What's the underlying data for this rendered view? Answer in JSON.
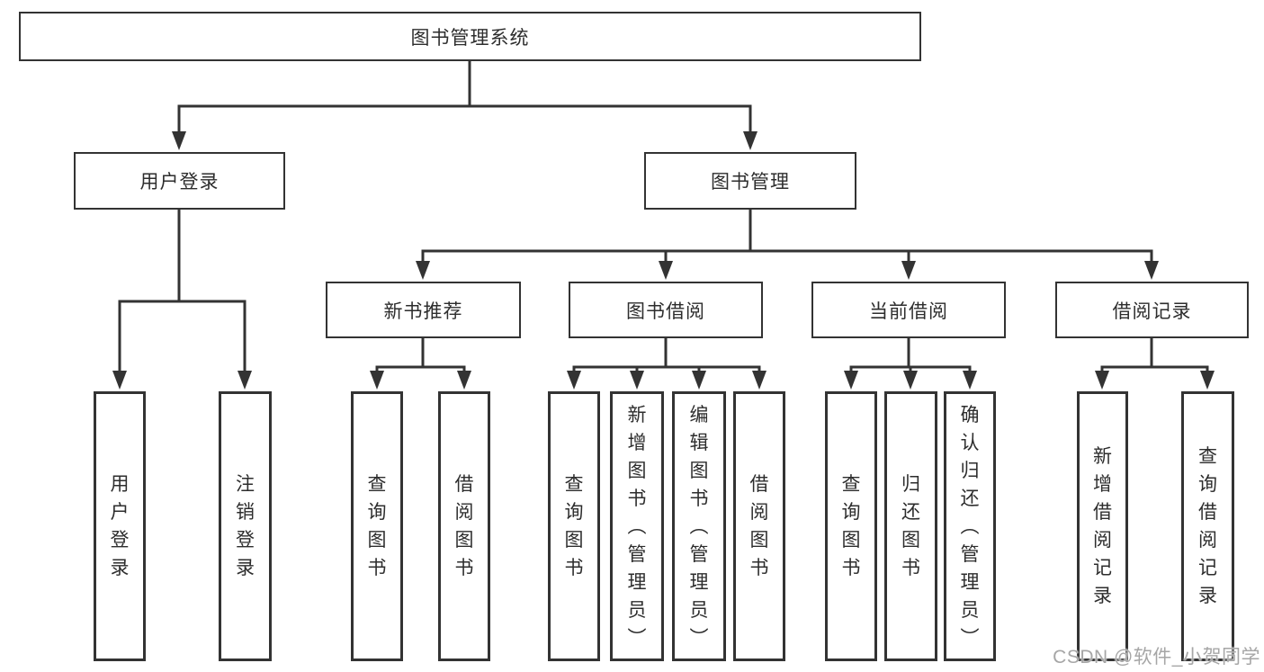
{
  "diagram": {
    "root": {
      "label": "图书管理系统"
    },
    "level2": [
      {
        "id": "user-login",
        "label": "用户登录"
      },
      {
        "id": "book-management",
        "label": "图书管理"
      }
    ],
    "level3": [
      {
        "id": "new-book-recommendation",
        "label": "新书推荐"
      },
      {
        "id": "book-borrowing",
        "label": "图书借阅"
      },
      {
        "id": "current-borrowing",
        "label": "当前借阅"
      },
      {
        "id": "borrowing-records",
        "label": "借阅记录"
      }
    ],
    "leaves": {
      "user_login": [
        "用户登录",
        "注销登录"
      ],
      "new_book": [
        "查询图书",
        "借阅图书"
      ],
      "book_borrow": [
        "查询图书",
        "新增图书（管理员）",
        "编辑图书（管理员）",
        "借阅图书"
      ],
      "current_borrow": [
        "查询图书",
        "归还图书",
        "确认归还（管理员）"
      ],
      "records": [
        "新增借阅记录",
        "查询借阅记录"
      ]
    }
  },
  "watermark": "CSDN @软件_小贺同学",
  "colors": {
    "line": "#333333",
    "text": "#2d2d2d",
    "watermark": "#a6a6a6",
    "background": "#ffffff"
  }
}
